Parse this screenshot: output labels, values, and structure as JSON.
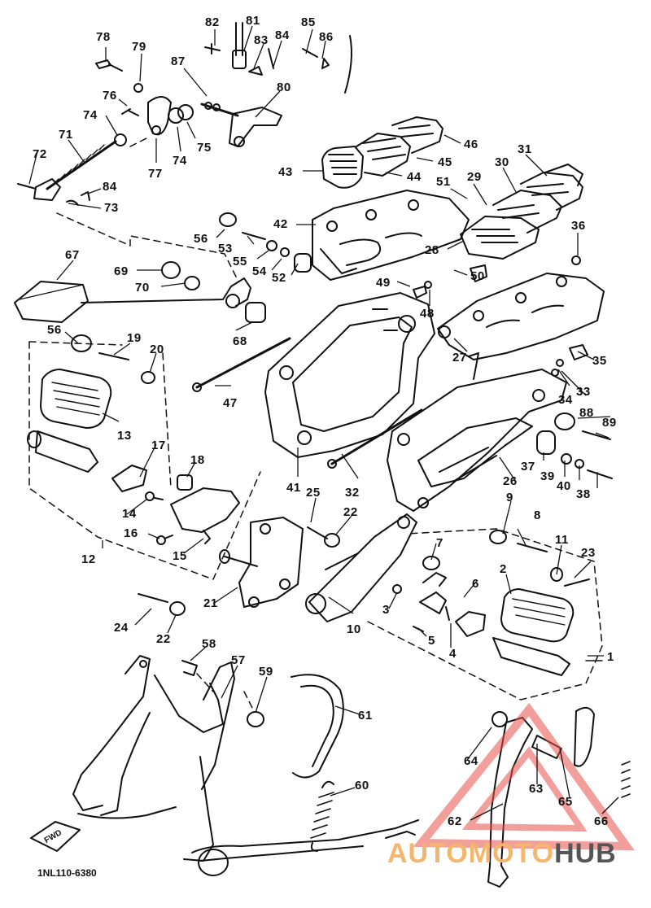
{
  "diagram_code": "1NL110-6380",
  "fwd_label": "FWD",
  "watermark": {
    "part1": "AUTOMOTO",
    "part2": "HUB",
    "color_main": "#f4b66b",
    "color_accent": "#555555",
    "triangle_color": "#e8504a"
  },
  "callouts": [
    "78",
    "79",
    "82",
    "81",
    "83",
    "84",
    "85",
    "86",
    "87",
    "80",
    "76",
    "74",
    "75",
    "77",
    "74",
    "71",
    "72",
    "84",
    "73",
    "43",
    "46",
    "45",
    "44",
    "31",
    "30",
    "29",
    "51",
    "42",
    "56",
    "53",
    "55",
    "54",
    "52",
    "36",
    "28",
    "50",
    "67",
    "69",
    "70",
    "49",
    "48",
    "56",
    "19",
    "20",
    "68",
    "27",
    "35",
    "34",
    "33",
    "13",
    "17",
    "18",
    "47",
    "41",
    "88",
    "89",
    "37",
    "39",
    "40",
    "38",
    "26",
    "14",
    "16",
    "15",
    "25",
    "22",
    "32",
    "9",
    "8",
    "12",
    "21",
    "7",
    "11",
    "23",
    "2",
    "6",
    "3",
    "10",
    "24",
    "22",
    "5",
    "4",
    "1",
    "58",
    "57",
    "59",
    "61",
    "64",
    "63",
    "65",
    "60",
    "62",
    "66"
  ]
}
